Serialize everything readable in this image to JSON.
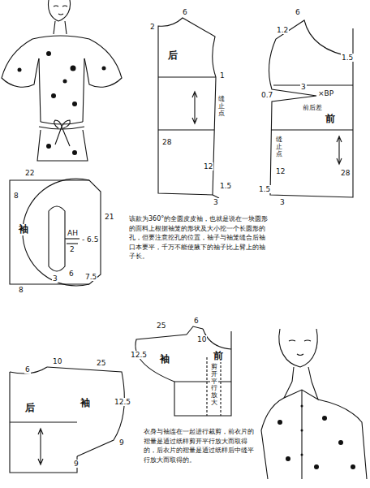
{
  "diagram": {
    "labels": [
      "2",
      "6",
      "后",
      "1",
      "缝止点",
      "28",
      "12",
      "1.5",
      "3",
      "1.2",
      "6",
      "1.5",
      "0.7",
      "3",
      "×BP",
      "前后差",
      "前",
      "缝止点",
      "28",
      "12",
      "1.5",
      "3",
      "22",
      "8",
      "21",
      "袖",
      "AH",
      "2",
      "- 6.5",
      "6",
      "3",
      "7.5",
      "8",
      "该款为360°的全圆皮皮袖，也就是说在一块圆形的面料上根据袖笼的形状及大小挖一个长圆形的孔，但要注意挖孔的位置，袖子与袖笼缝合后袖口本要平，千万不能使腋下的袖子比上臂上的袖子长。",
      "25",
      "6",
      "10",
      "12.5",
      "袖",
      "前",
      "剪开平行放大",
      "10",
      "25",
      "6",
      "后",
      "袖",
      "12.5",
      "9",
      "9",
      "衣身与袖连在一起进行裁剪，前衣片的褶量是通过纸样剪开平行放大而取得的，后衣片的褶量是通过纸样后中缝平行放大而取得的。"
    ]
  }
}
